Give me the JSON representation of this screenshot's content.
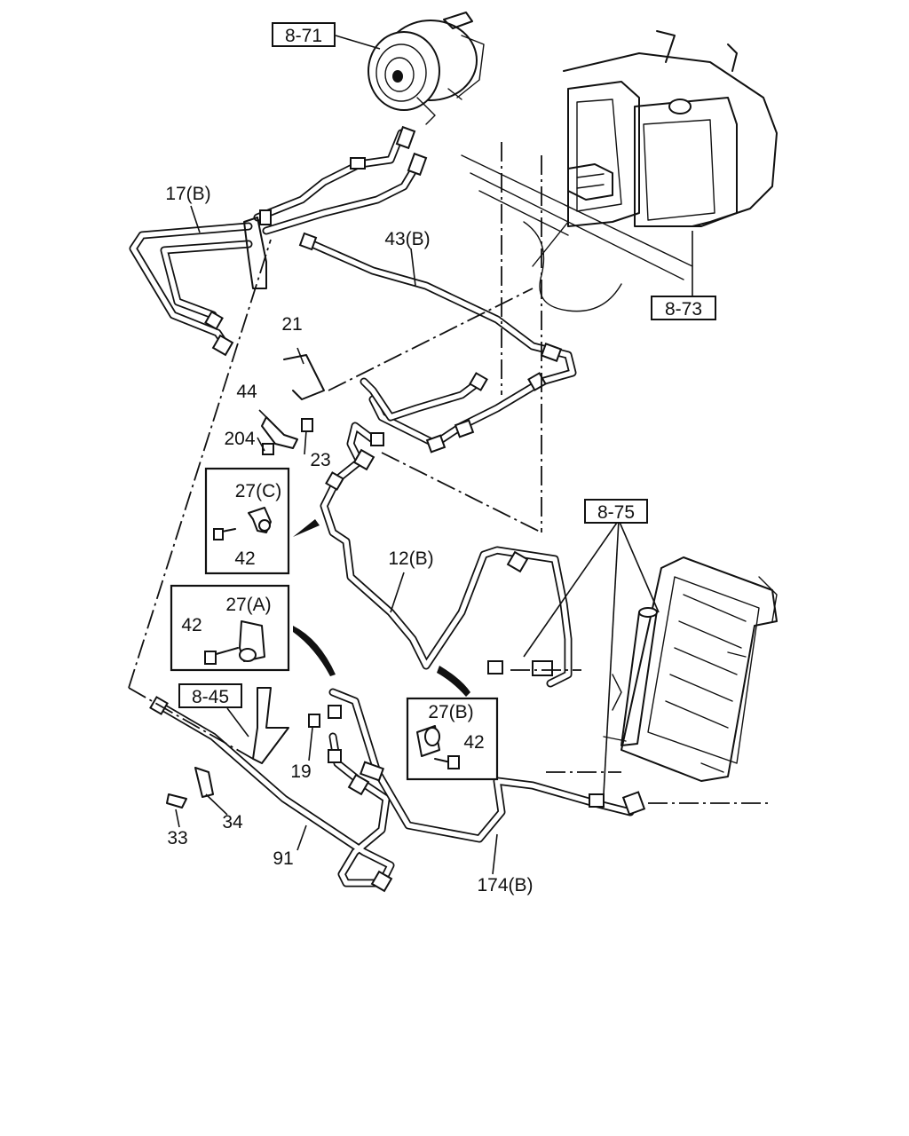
{
  "labels": {
    "ref_8_71": "8-71",
    "ref_8_73": "8-73",
    "ref_8_75": "8-75",
    "ref_8_45": "8-45",
    "p17b": "17(B)",
    "p43b": "43(B)",
    "p21": "21",
    "p44": "44",
    "p204": "204",
    "p23": "23",
    "p27c": "27(C)",
    "p42_c": "42",
    "p12b": "12(B)",
    "p27a": "27(A)",
    "p42_a": "42",
    "p27b": "27(B)",
    "p42_b": "42",
    "p19": "19",
    "p33": "33",
    "p34": "34",
    "p91": "91",
    "p174b": "174(B)"
  }
}
